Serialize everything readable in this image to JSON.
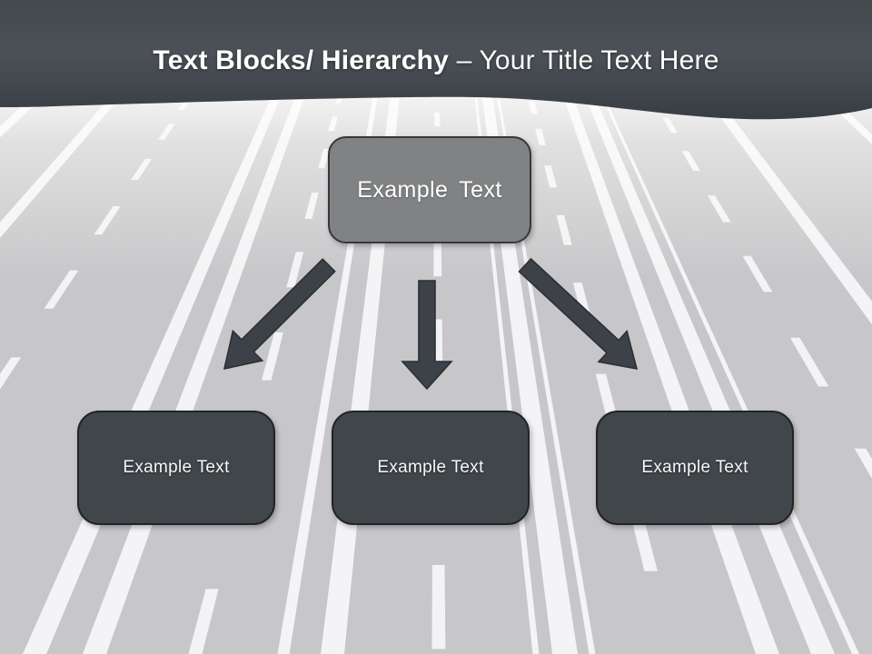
{
  "header": {
    "title_bold": "Text Blocks/ Hierarchy",
    "title_light": " – Your Title Text Here"
  },
  "hierarchy": {
    "root": {
      "label": "Example Text"
    },
    "children": [
      {
        "label": "Example Text"
      },
      {
        "label": "Example Text"
      },
      {
        "label": "Example Text"
      }
    ]
  },
  "colors": {
    "header_dark": "#42484d",
    "header_darker": "#383e44",
    "root_box_fill": "#808284",
    "root_box_border": "#35393d",
    "child_box_fill": "#41464b",
    "child_box_border": "#212529",
    "arrow_fill": "#3c4247",
    "arrow_stroke": "#2b3035",
    "road_gray": "#c7c7c9",
    "lane_stripe_white": "#f6f6f8",
    "title_text": "#ffffff"
  }
}
